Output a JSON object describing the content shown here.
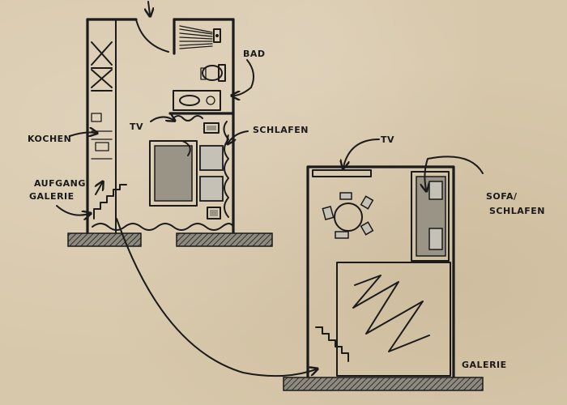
{
  "labels": {
    "bad": "BAD",
    "tv_upper": "TV",
    "schlafen": "SCHLAFEN",
    "kochen": "KOCHEN",
    "aufgang_line1": "AUFGANG",
    "aufgang_line2": "GALERIE",
    "tv_gallery": "TV",
    "sofa_line1": "SOFA/",
    "sofa_line2": "SCHLAFEN",
    "galerie": "GALERIE"
  },
  "colors": {
    "paper": "#d8c8ab",
    "ink": "#1b1b1b",
    "shade": "#9a9486"
  }
}
